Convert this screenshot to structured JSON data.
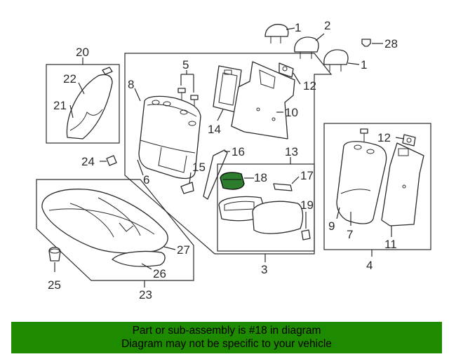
{
  "callouts": {
    "c1a": "1",
    "c2": "2",
    "c28": "28",
    "c1b": "1",
    "c20": "20",
    "c22": "22",
    "c21": "21",
    "c5": "5",
    "c8": "8",
    "c14": "14",
    "c12a": "12",
    "c10": "10",
    "c6": "6",
    "c16": "16",
    "c15": "15",
    "c13": "13",
    "c18": "18",
    "c17": "17",
    "c19": "19",
    "c3": "3",
    "c24": "24",
    "c27": "27",
    "c26": "26",
    "c25": "25",
    "c23": "23",
    "c12b": "12",
    "c9": "9",
    "c7": "7",
    "c11": "11",
    "c4": "4"
  },
  "banner": {
    "line1": "Part or sub-assembly is #18 in diagram",
    "line2": "Diagram may not be specific to your vehicle"
  },
  "colors": {
    "banner_bg": "#1e8a00",
    "highlight": "#2e7d2e",
    "linework": "#2a2a2a"
  }
}
